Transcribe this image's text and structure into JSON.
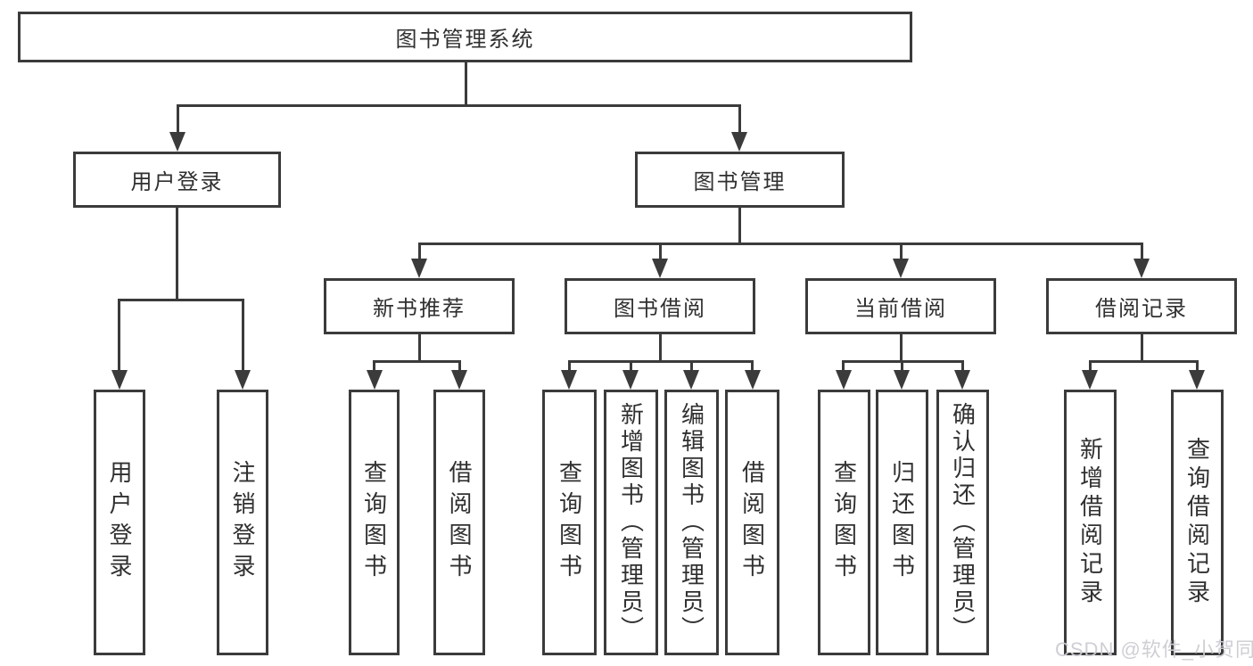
{
  "diagram": {
    "title": "图书管理系统",
    "type": "functional-structure-tree"
  },
  "nodes": {
    "root": {
      "label": "图书管理系统"
    },
    "user_login": {
      "label": "用户登录"
    },
    "book_mgmt": {
      "label": "图书管理"
    },
    "new_book_rec": {
      "label": "新书推荐"
    },
    "book_borrow": {
      "label": "图书借阅"
    },
    "current_borrow": {
      "label": "当前借阅"
    },
    "borrow_records": {
      "label": "借阅记录"
    },
    "leaf_user_login": {
      "label": "用户登录"
    },
    "leaf_logout": {
      "label": "注销登录"
    },
    "leaf_rec_query_book": {
      "label": "查询图书"
    },
    "leaf_rec_borrow_book": {
      "label": "借阅图书"
    },
    "leaf_bb_query_book": {
      "label": "查询图书"
    },
    "leaf_bb_add_book": {
      "label": "新增图书（管理员）"
    },
    "leaf_bb_edit_book": {
      "label": "编辑图书（管理员）"
    },
    "leaf_bb_borrow_book": {
      "label": "借阅图书"
    },
    "leaf_cb_query_book": {
      "label": "查询图书"
    },
    "leaf_cb_return_book": {
      "label": "归还图书"
    },
    "leaf_cb_confirm_return": {
      "label": "确认归还（管理员）"
    },
    "leaf_br_add_record": {
      "label": "新增借阅记录"
    },
    "leaf_br_query_record": {
      "label": "查询借阅记录"
    }
  },
  "watermark": "CSDN @软件_小贺同学",
  "colors": {
    "line": "#3b3b3b",
    "text": "#303030",
    "background": "#ffffff",
    "watermark": "#cbccd2"
  }
}
